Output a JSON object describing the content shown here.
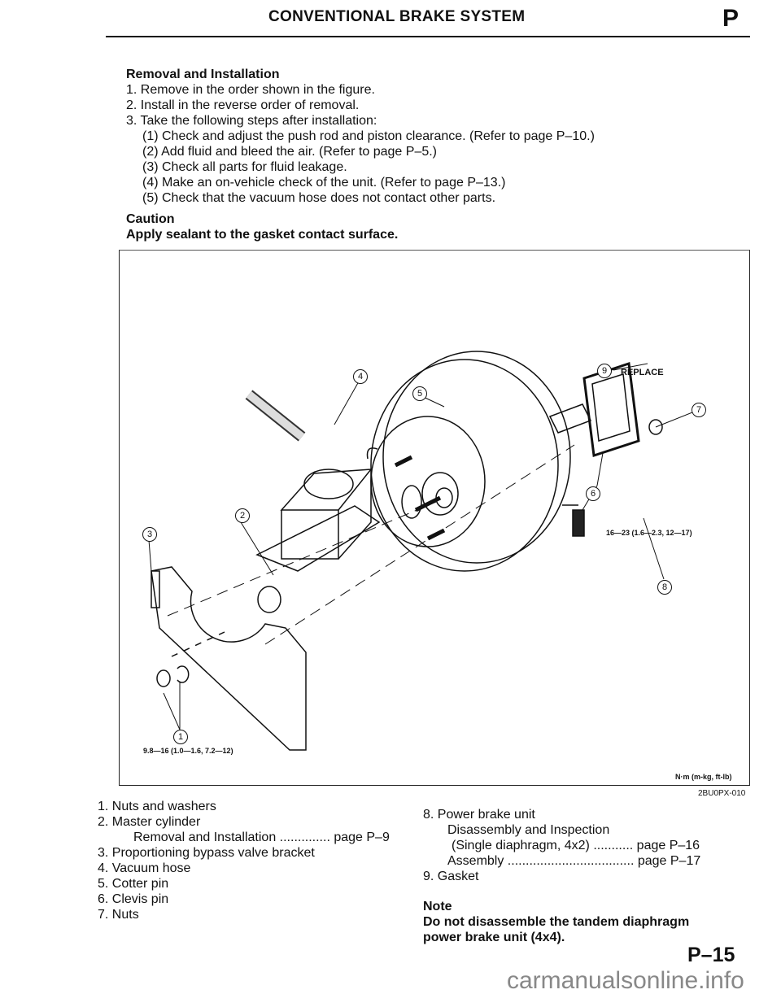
{
  "header": {
    "title": "CONVENTIONAL BRAKE SYSTEM",
    "section_letter": "P"
  },
  "removal": {
    "heading": "Removal and Installation",
    "steps": [
      "1. Remove in the order shown in the figure.",
      "2. Install in the reverse order of removal.",
      "3. Take the following steps after installation:"
    ],
    "substeps": [
      "(1) Check and adjust the push rod and piston clearance. (Refer to page P–10.)",
      "(2) Add fluid and bleed the air. (Refer to page P–5.)",
      "(3) Check all parts for fluid leakage.",
      "(4) Make an on-vehicle check of the unit. (Refer to page P–13.)",
      "(5) Check that the vacuum hose does not contact other parts."
    ]
  },
  "caution": {
    "heading": "Caution",
    "text": "Apply sealant to the gasket contact surface."
  },
  "figure": {
    "callouts": [
      "1",
      "2",
      "3",
      "4",
      "5",
      "6",
      "7",
      "8",
      "9"
    ],
    "replace_label": "REPLACE",
    "torque_1": "9.8—16 (1.0—1.6, 7.2—12)",
    "torque_7": "16—23 (1.6—2.3, 12—17)",
    "units": "N·m (m-kg, ft-lb)",
    "figure_code": "2BU0PX-010"
  },
  "parts_left": [
    {
      "text": "1. Nuts and washers"
    },
    {
      "text": "2. Master cylinder"
    },
    {
      "text": "Removal and Installation ..............",
      "ref": "page P–9"
    },
    {
      "text": "3. Proportioning bypass valve bracket"
    },
    {
      "text": "4. Vacuum hose"
    },
    {
      "text": "5. Cotter pin"
    },
    {
      "text": "6. Clevis pin"
    },
    {
      "text": "7. Nuts"
    }
  ],
  "parts_right": [
    {
      "text": "8. Power brake unit"
    },
    {
      "text": "Disassembly and Inspection"
    },
    {
      "text": "(Single diaphragm, 4x2) ...........",
      "ref": "page P–16"
    },
    {
      "text": "Assembly ...................................",
      "ref": "page P–17"
    },
    {
      "text": "9. Gasket"
    }
  ],
  "note": {
    "heading": "Note",
    "text_line1": "Do not disassemble the tandem diaphragm",
    "text_line2": "power brake unit (4x4)."
  },
  "footer": {
    "page_number": "P–15",
    "watermark": "carmanualsonline.info"
  }
}
